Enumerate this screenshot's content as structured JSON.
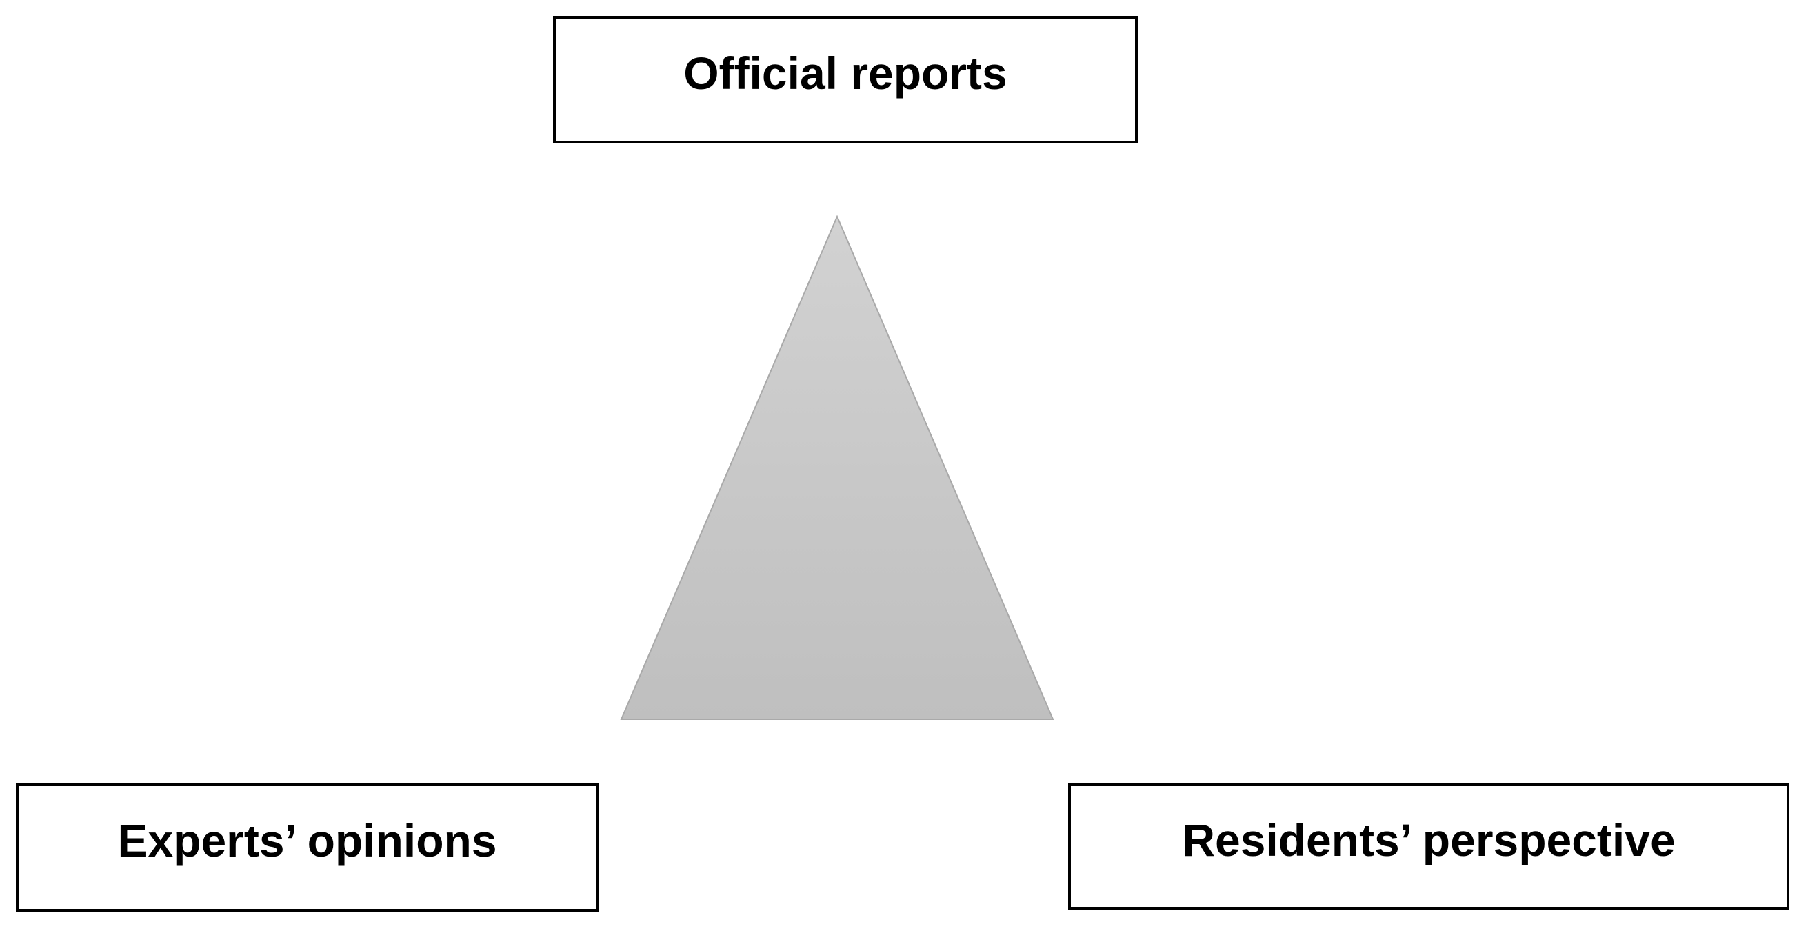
{
  "diagram": {
    "background_color": "#ffffff",
    "nodes": [
      {
        "label": "Official reports"
      },
      {
        "label": "Experts’ opinions"
      },
      {
        "label": "Residents’ perspective"
      }
    ],
    "triangle": {
      "fill_top": "#d2d2d2",
      "fill_bottom": "#bfbfbf",
      "stroke": "#a9a9a9"
    },
    "box_border_color": "#000000",
    "label_color": "#000000"
  }
}
